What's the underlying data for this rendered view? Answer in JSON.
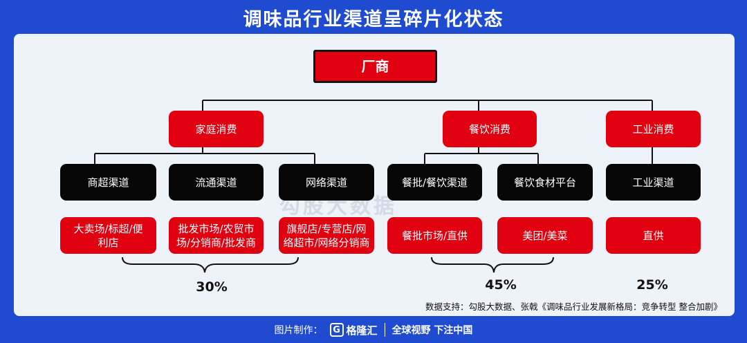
{
  "title": "调味品行业渠道呈碎片化状态",
  "root": {
    "label": "厂商"
  },
  "categories": [
    {
      "label": "家庭消费"
    },
    {
      "label": "餐饮消费"
    },
    {
      "label": "工业消费"
    }
  ],
  "channels": [
    {
      "label": "商超渠道"
    },
    {
      "label": "流通渠道"
    },
    {
      "label": "网络渠道"
    },
    {
      "label": "餐批/餐饮渠道"
    },
    {
      "label": "餐饮食材平台"
    },
    {
      "label": "工业渠道"
    }
  ],
  "outlets": [
    {
      "label": "大卖场/标超/便利店"
    },
    {
      "label": "批发市场/农贸市场/分销商/批发商"
    },
    {
      "label": "旗舰店/专营店/网络超市/网络分销商"
    },
    {
      "label": "餐批市场/直供"
    },
    {
      "label": "美团/美菜"
    },
    {
      "label": "直供"
    }
  ],
  "shares": [
    {
      "label": "30%"
    },
    {
      "label": "45%"
    },
    {
      "label": "25%"
    }
  ],
  "source": "数据支持：勾股大数据、张戟《调味品行业发展新格局：竞争转型 整合加剧》",
  "watermark": "勾股大数据",
  "footer": {
    "made_by": "图片制作：",
    "logo_mark": "G",
    "logo_text": "格隆汇",
    "slogan": "全球视野 下注中国"
  },
  "colors": {
    "background": "#1f4bd1",
    "panel": "#eef2f9",
    "category_box": "#e00010",
    "channel_box": "#060606"
  }
}
